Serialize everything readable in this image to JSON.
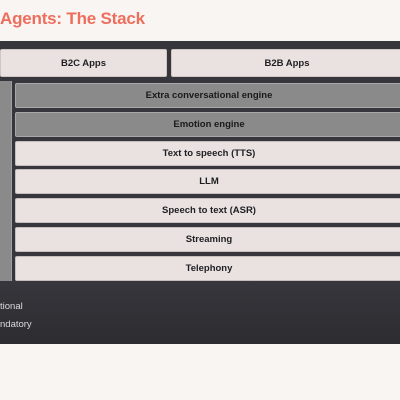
{
  "title": "Agents: The Stack",
  "apps": [
    {
      "label": "B2C Apps"
    },
    {
      "label": "B2B Apps"
    }
  ],
  "layers": [
    {
      "label": "Extra conversational engine",
      "status": "optional"
    },
    {
      "label": "Emotion engine",
      "status": "optional"
    },
    {
      "label": "Text to speech (TTS)",
      "status": "mandatory"
    },
    {
      "label": "LLM",
      "status": "mandatory"
    },
    {
      "label": "Speech to text (ASR)",
      "status": "mandatory"
    },
    {
      "label": "Streaming",
      "status": "mandatory"
    },
    {
      "label": "Telephony",
      "status": "mandatory"
    }
  ],
  "legend": {
    "optional_label": "tional",
    "mandatory_label": "ndatory"
  },
  "colors": {
    "title": "#ee6e5d",
    "panel": "#36363c",
    "optional": "#8a8a8a",
    "mandatory": "#e9e2e0"
  }
}
